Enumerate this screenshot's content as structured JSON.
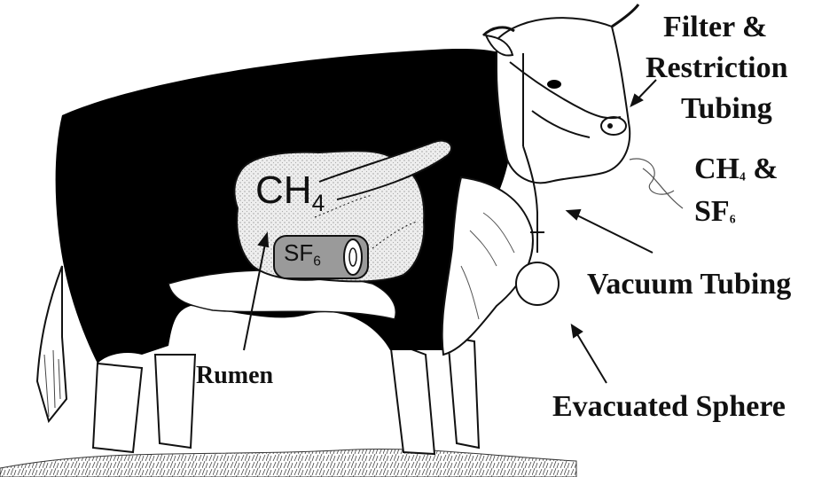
{
  "labels": {
    "filter": [
      "Filter &",
      "Restriction",
      "Tubing"
    ],
    "gas_out": {
      "ch4_base": "CH",
      "ch4_sub": "4",
      "amp": "&",
      "sf6_base": "SF",
      "sf6_sub": "6"
    },
    "vacuum": "Vacuum Tubing",
    "sphere": "Evacuated Sphere",
    "rumen": "Rumen",
    "rumen_gas": {
      "base": "CH",
      "sub": "4"
    },
    "capsule": {
      "base": "SF",
      "sub": "6"
    }
  },
  "colors": {
    "ink": "#111111",
    "spots": "#000000",
    "capsule_fill": "#9a9a9a",
    "rumen_fill": "#e6e6e6"
  }
}
